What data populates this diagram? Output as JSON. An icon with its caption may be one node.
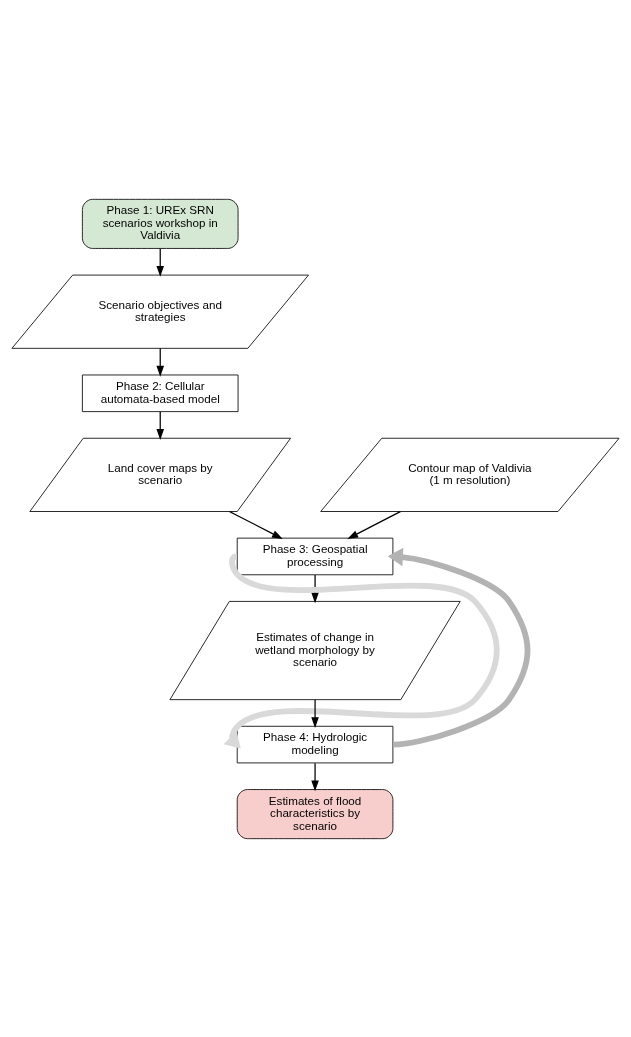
{
  "diagram": {
    "nodes": [
      {
        "text": [
          "Phase 1: UREx SRN scenarios workshop in Valdivia"
        ]
      },
      {
        "text": [
          "Scenario objectives and strategies"
        ]
      },
      {
        "text": [
          "Phase 2: Cellular automata-based model"
        ]
      },
      {
        "text": [
          "Land cover maps by scenario"
        ]
      },
      {
        "text": [
          "Contour map of Valdivia (1 m resolution)"
        ]
      },
      {
        "text": [
          "Phase 3: Geospatial processing"
        ]
      },
      {
        "text": [
          "Estimates of change in wetland morphology by scenario"
        ]
      },
      {
        "text": [
          "Phase 4: Hydrologic modeling"
        ]
      },
      {
        "text": [
          "Estimates of flood characteristics by scenario"
        ]
      }
    ],
    "edges": [
      {
        "from": 0,
        "to": 1,
        "arrow": "to"
      },
      {
        "from": 1,
        "to": 2,
        "arrow": "to"
      },
      {
        "from": 2,
        "to": 3,
        "arrow": "to"
      },
      {
        "from": 3,
        "to": 5,
        "arrow": "to"
      },
      {
        "from": 4,
        "to": 5,
        "arrow": "to"
      },
      {
        "from": 5,
        "to": 6,
        "arrow": "to"
      },
      {
        "from": 6,
        "to": 7,
        "arrow": "to"
      },
      {
        "from": 7,
        "to": 8,
        "arrow": "to"
      },
      {
        "from": 5,
        "to": 7,
        "arrow": "to",
        "style": "thick",
        "color": "#d9d9d9"
      },
      {
        "from": 7,
        "to": 5,
        "arrow": "to",
        "style": "thick",
        "color": "#b3b3b3"
      }
    ]
  }
}
